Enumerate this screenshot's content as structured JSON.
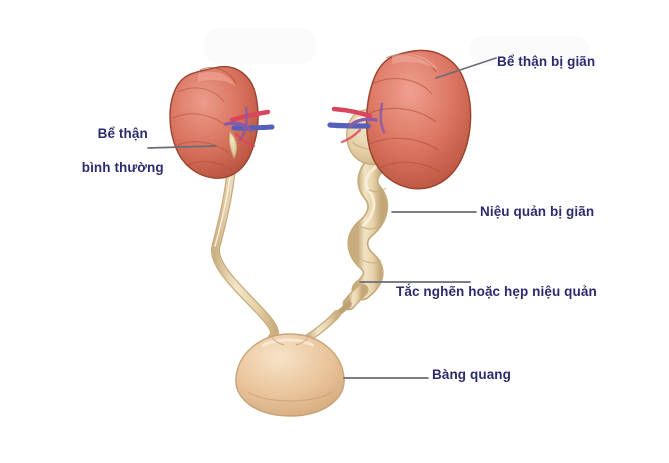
{
  "diagram": {
    "title": "Hydronephrosis / urinary tract comparison diagram",
    "background_color": "#ffffff",
    "label_color": "#2b2b6e",
    "leader_line_color": "#6b6b7a"
  },
  "labels": {
    "pelvis_dilated": "Bể thận bị giãn",
    "pelvis_normal_line1": "Bể thận",
    "pelvis_normal_line2": "bình thường",
    "ureter_dilated": "Niệu quản bị giãn",
    "obstruction": "Tắc nghẽn hoặc hẹp niệu quản",
    "bladder": "Bàng quang"
  },
  "anatomy": {
    "kidney_color_light": "#e08a7c",
    "kidney_color_mid": "#d4705f",
    "kidney_color_dark": "#b9543f",
    "kidney_outline": "#9c4430",
    "ureter_color_light": "#f0e0c0",
    "ureter_color_mid": "#ddc79b",
    "ureter_outline": "#c6ab7c",
    "bladder_color_light": "#f2d8b8",
    "bladder_color_mid": "#e3bc92",
    "bladder_outline": "#c9a277",
    "artery_color": "#d9455c",
    "vein_color": "#5560b8",
    "vessel_purple": "#8a5ba8",
    "parts": [
      {
        "name": "left-kidney",
        "state": "normal"
      },
      {
        "name": "left-ureter",
        "state": "normal-caliber"
      },
      {
        "name": "right-kidney",
        "state": "enlarged"
      },
      {
        "name": "right-renal-pelvis",
        "state": "dilated"
      },
      {
        "name": "right-ureter",
        "state": "dilated-tortuous"
      },
      {
        "name": "ureter-obstruction",
        "state": "narrowed"
      },
      {
        "name": "bladder",
        "state": "normal"
      }
    ]
  }
}
